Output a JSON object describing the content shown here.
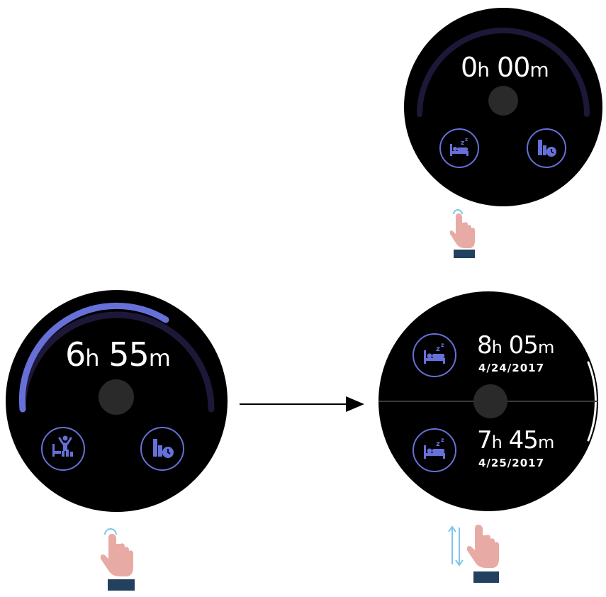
{
  "colors": {
    "watch_bg": "#000000",
    "accent": "#6670d8",
    "ring_track": "#1d1838",
    "ring_fill": "#6670d8",
    "hand_skin": "#e8aaa4",
    "cuff": "#24405f",
    "tap_ring": "#7ec6ea"
  },
  "screens": {
    "top": {
      "hours": "0",
      "hours_unit": "h",
      "minutes": "00",
      "minutes_unit": "m",
      "progress": 0,
      "left_icon": "sleeping-bed-icon",
      "right_icon": "bar-chart-clock-icon"
    },
    "left": {
      "hours": "6",
      "hours_unit": "h",
      "minutes": "55",
      "minutes_unit": "m",
      "progress": 0.72,
      "left_icon": "wake-up-bed-icon",
      "right_icon": "bar-chart-clock-icon"
    },
    "right": {
      "entries": [
        {
          "hours": "8",
          "hours_unit": "h",
          "minutes": "05",
          "minutes_unit": "m",
          "date": "4/24/2017",
          "icon": "sleeping-bed-icon"
        },
        {
          "hours": "7",
          "hours_unit": "h",
          "minutes": "45",
          "minutes_unit": "m",
          "date": "4/25/2017",
          "icon": "sleeping-bed-icon"
        }
      ]
    }
  },
  "gestures": {
    "top": "tap-gesture-icon",
    "left": "tap-gesture-icon",
    "right": "swipe-vertical-gesture-icon"
  }
}
